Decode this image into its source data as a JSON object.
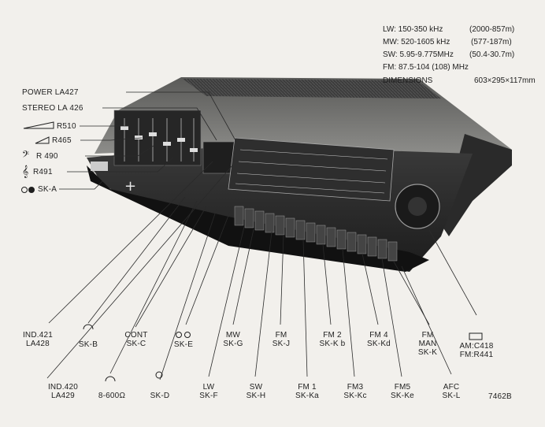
{
  "specs": [
    {
      "label": "LW: 150-350 kHz",
      "range": "(2000-857m)"
    },
    {
      "label": "MW: 520-1605 kHz",
      "range": "(577-187m)"
    },
    {
      "label": "SW: 5.95-9.775MHz",
      "range": "(50.4-30.7m)"
    },
    {
      "label": "FM: 87.5-104 (108) MHz",
      "range": ""
    },
    {
      "label": "DIMENSIONS",
      "range": "603×295×117mm"
    }
  ],
  "left_labels": {
    "power": "POWER LA427",
    "stereo": "STEREO LA 426",
    "r510": "R510",
    "r465": "R465",
    "r490": "R 490",
    "r491": "R491",
    "ska": "SK-A"
  },
  "bottom_labels": {
    "ind421": [
      "IND.421",
      "LA428"
    ],
    "ind420": [
      "IND.420",
      "LA429"
    ],
    "skb": [
      "SK-B"
    ],
    "phones": [
      "8-600Ω"
    ],
    "cont": [
      "CONT",
      "SK-C"
    ],
    "skd": [
      "SK-D"
    ],
    "ske": [
      "SK-E"
    ],
    "lw": [
      "LW",
      "SK-F"
    ],
    "mw": [
      "MW",
      "SK-G"
    ],
    "sw": [
      "SW",
      "SK-H"
    ],
    "fm": [
      "FM",
      "SK-J"
    ],
    "fm1": [
      "FM 1",
      "SK-Ka"
    ],
    "fm2": [
      "FM 2",
      "SK-K b"
    ],
    "fm3": [
      "FM3",
      "SK-Kc"
    ],
    "fm4": [
      "FM 4",
      "SK-Kd"
    ],
    "fm5": [
      "FM5",
      "SK-Ke"
    ],
    "fmman": [
      "FM",
      "MAN",
      "SK-K"
    ],
    "afc": [
      "AFC",
      "SK-L"
    ],
    "am": [
      "AM:C418",
      "FM:R441"
    ]
  },
  "figure_number": "7462B",
  "colors": {
    "paper": "#f2f0ec",
    "ink": "#1f1f1f",
    "body_top": "#8a8a88",
    "body_dark": "#2a2a2a"
  }
}
